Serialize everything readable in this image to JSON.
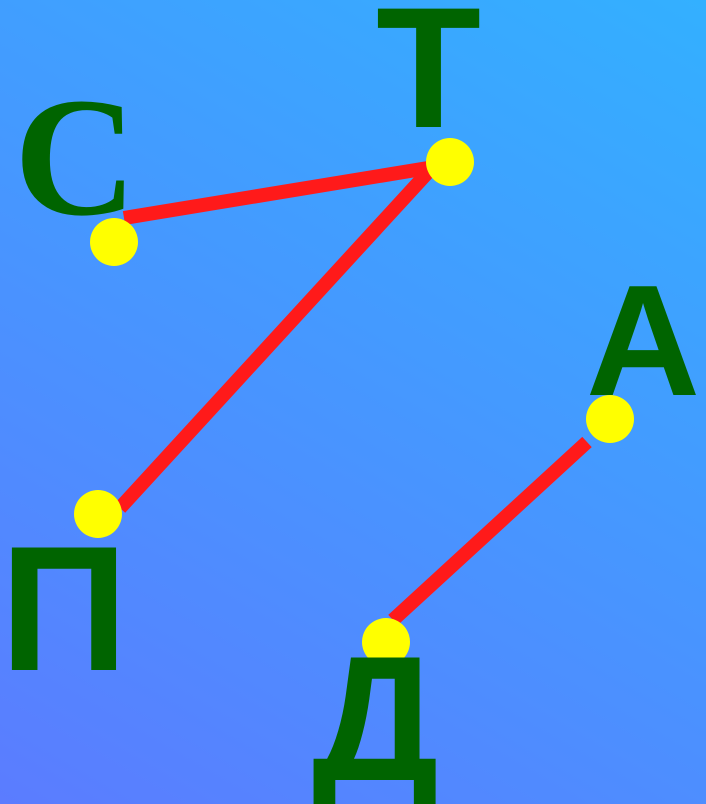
{
  "colors": {
    "background_start": "#5b7cff",
    "background_end": "#33b0ff",
    "letters": "#006400",
    "lines": "#ff1a1a",
    "dots": "#ffff00"
  },
  "letters": {
    "s": "С",
    "t": "Т",
    "a": "А",
    "p": "П",
    "d": "Д"
  },
  "connections": [
    {
      "from": "С",
      "to": "Т"
    },
    {
      "from": "Т",
      "to": "П"
    },
    {
      "from": "А",
      "to": "Д"
    }
  ]
}
